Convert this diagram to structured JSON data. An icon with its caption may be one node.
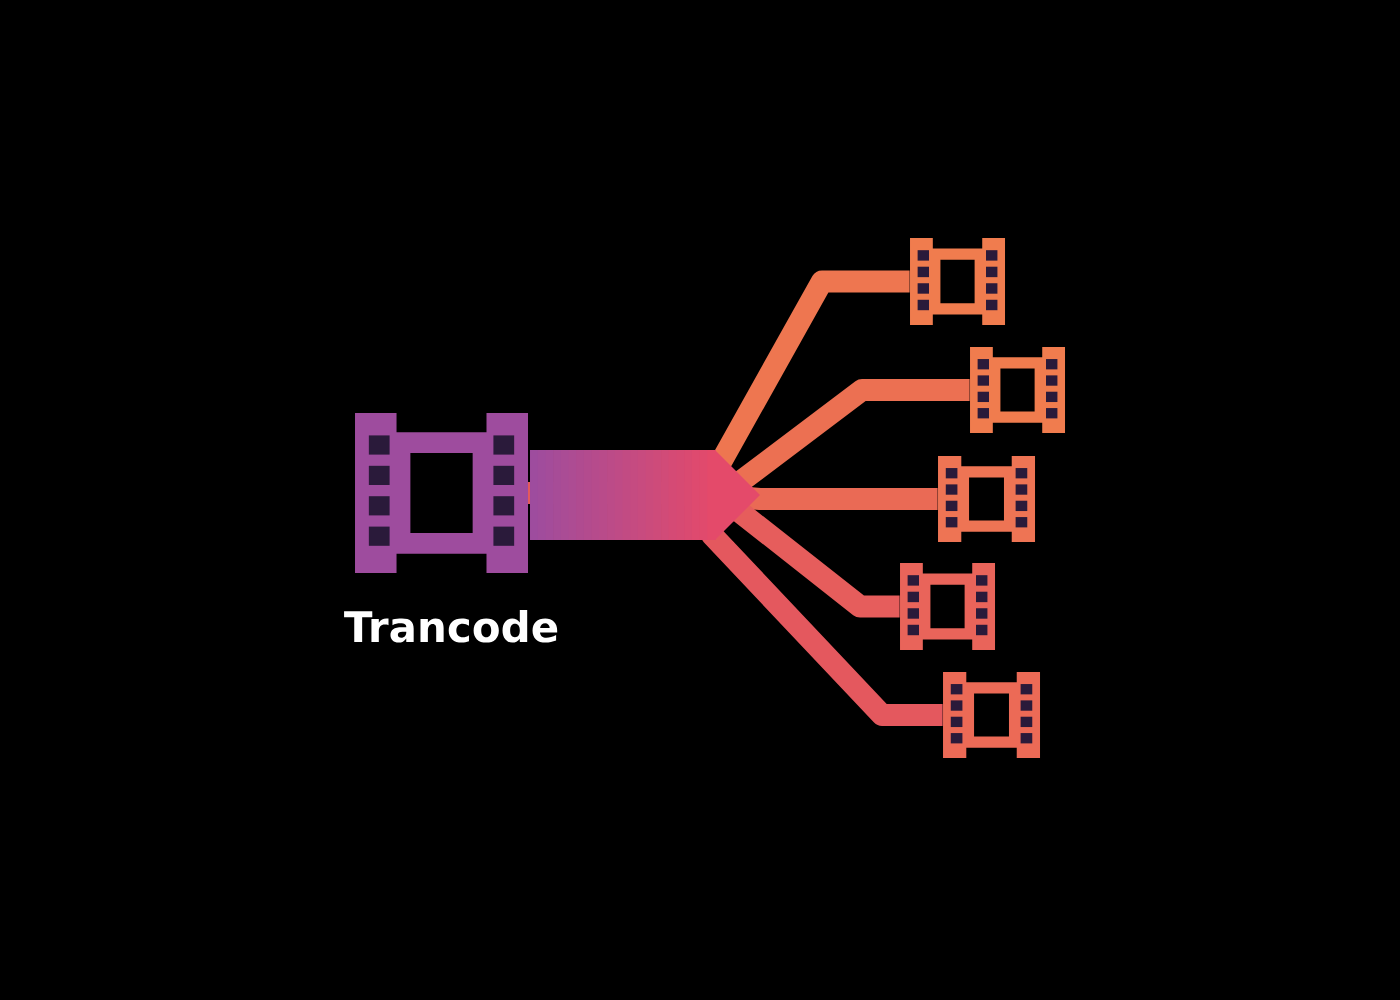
{
  "diagram": {
    "nodes": [
      {
        "text": [
          "Trancode"
        ]
      },
      {
        "text": [],
        "shape": "picture"
      },
      {
        "text": [],
        "shape": "picture"
      },
      {
        "text": [],
        "shape": "picture"
      },
      {
        "text": [],
        "shape": "picture"
      },
      {
        "text": [],
        "shape": "picture"
      }
    ],
    "edges": [
      {
        "from": 0,
        "to": 1,
        "arrow": "none"
      },
      {
        "from": 0,
        "to": 2,
        "arrow": "none"
      },
      {
        "from": 0,
        "to": 3,
        "arrow": "none"
      },
      {
        "from": 0,
        "to": 4,
        "arrow": "none"
      },
      {
        "from": 0,
        "to": 5,
        "arrow": "none"
      }
    ]
  }
}
